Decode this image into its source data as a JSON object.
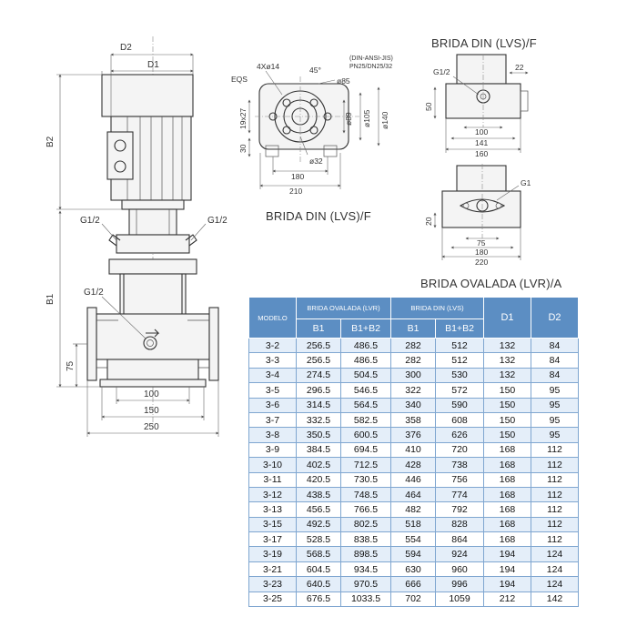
{
  "views": {
    "din_flange_front_title": "BRIDA DIN (LVS)/F",
    "din_flange_side_title": "BRIDA DIN (LVS)/F",
    "oval_flange_title": "BRIDA OVALADA (LVR)/A"
  },
  "pump_labels": {
    "d2": "D2",
    "d1": "D1",
    "b2": "B2",
    "b1": "B1",
    "g_left": "G1/2",
    "g_right": "G1/2",
    "g_body": "G1/2",
    "dim_75": "75",
    "dim_100": "100",
    "dim_150": "150",
    "dim_250": "250"
  },
  "flange_din_labels": {
    "holes": "4Xø14",
    "eqs": "EQS",
    "angle": "45°",
    "std1": "(DIN-ANSI-JIS)",
    "std2": "PN25/DN25/32",
    "d85": "ø85",
    "d89": "ø89",
    "d105": "ø105",
    "d140": "ø140",
    "d32": "ø32",
    "s19x27": "19x27",
    "s30": "30",
    "s180": "180",
    "s210": "210"
  },
  "flange_din_side_labels": {
    "g": "G1/2",
    "s22": "22",
    "s50": "50",
    "s100": "100",
    "s141": "141",
    "s160": "160"
  },
  "flange_oval_labels": {
    "g": "G1",
    "s20": "20",
    "s75": "75",
    "s180": "180",
    "s220": "220"
  },
  "table": {
    "model_header": "MODELO",
    "group_oval": "BRIDA OVALADA (LVR)",
    "group_din": "BRIDA DIN (LVS)",
    "b1": "B1",
    "b1b2": "B1+B2",
    "d1": "D1",
    "d2": "D2",
    "rows": [
      [
        "3-2",
        "256.5",
        "486.5",
        "282",
        "512",
        "132",
        "84"
      ],
      [
        "3-3",
        "256.5",
        "486.5",
        "282",
        "512",
        "132",
        "84"
      ],
      [
        "3-4",
        "274.5",
        "504.5",
        "300",
        "530",
        "132",
        "84"
      ],
      [
        "3-5",
        "296.5",
        "546.5",
        "322",
        "572",
        "150",
        "95"
      ],
      [
        "3-6",
        "314.5",
        "564.5",
        "340",
        "590",
        "150",
        "95"
      ],
      [
        "3-7",
        "332.5",
        "582.5",
        "358",
        "608",
        "150",
        "95"
      ],
      [
        "3-8",
        "350.5",
        "600.5",
        "376",
        "626",
        "150",
        "95"
      ],
      [
        "3-9",
        "384.5",
        "694.5",
        "410",
        "720",
        "168",
        "112"
      ],
      [
        "3-10",
        "402.5",
        "712.5",
        "428",
        "738",
        "168",
        "112"
      ],
      [
        "3-11",
        "420.5",
        "730.5",
        "446",
        "756",
        "168",
        "112"
      ],
      [
        "3-12",
        "438.5",
        "748.5",
        "464",
        "774",
        "168",
        "112"
      ],
      [
        "3-13",
        "456.5",
        "766.5",
        "482",
        "792",
        "168",
        "112"
      ],
      [
        "3-15",
        "492.5",
        "802.5",
        "518",
        "828",
        "168",
        "112"
      ],
      [
        "3-17",
        "528.5",
        "838.5",
        "554",
        "864",
        "168",
        "112"
      ],
      [
        "3-19",
        "568.5",
        "898.5",
        "594",
        "924",
        "194",
        "124"
      ],
      [
        "3-21",
        "604.5",
        "934.5",
        "630",
        "960",
        "194",
        "124"
      ],
      [
        "3-23",
        "640.5",
        "970.5",
        "666",
        "996",
        "194",
        "124"
      ],
      [
        "3-25",
        "676.5",
        "1033.5",
        "702",
        "1059",
        "212",
        "142"
      ]
    ]
  }
}
